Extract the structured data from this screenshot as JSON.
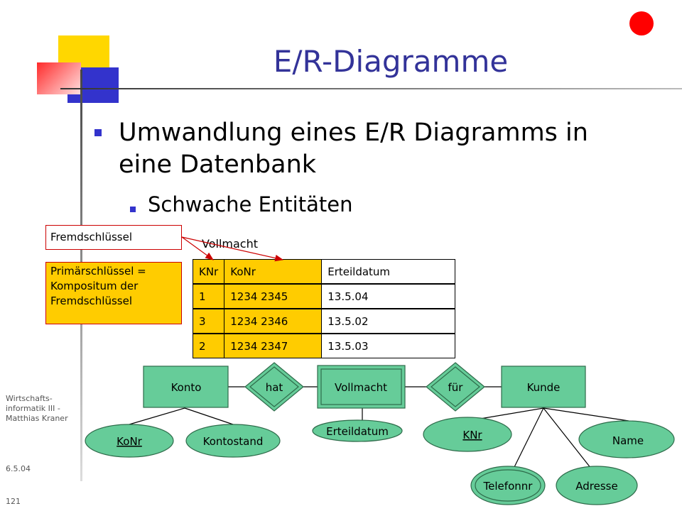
{
  "title": "E/R-Diagramme",
  "bullets": {
    "main": "Umwandlung eines E/R Diagramms in eine Datenbank",
    "sub": "Schwache Entitäten"
  },
  "notes": {
    "foreign_key": "Fremdschlüssel",
    "primary_key": "Primärschlüssel = Kompositum der Fremdschlüssel"
  },
  "table": {
    "title": "Vollmacht",
    "headers": [
      "KNr",
      "KoNr",
      "Erteildatum"
    ],
    "rows": [
      [
        "1",
        "1234 2345",
        "13.5.04"
      ],
      [
        "3",
        "1234 2346",
        "13.5.02"
      ],
      [
        "2",
        "1234 2347",
        "13.5.03"
      ]
    ]
  },
  "diagram": {
    "entities": {
      "konto": "Konto",
      "vollmacht": "Vollmacht",
      "kunde": "Kunde"
    },
    "relationships": {
      "hat": "hat",
      "fuer": "für"
    },
    "attributes": {
      "konto_nr": "KoNr",
      "kontostand": "Kontostand",
      "erteildatum": "Erteildatum",
      "kunden_nr": "KNr",
      "name": "Name",
      "telefonnr": "Telefonnr",
      "adresse": "Adresse"
    },
    "colors": {
      "fill": "#66cc99",
      "stroke": "#2e6b4a"
    }
  },
  "footer": {
    "author": "Wirtschafts-informatik III - Matthias Kraner",
    "date": "6.5.04",
    "page": "121"
  }
}
